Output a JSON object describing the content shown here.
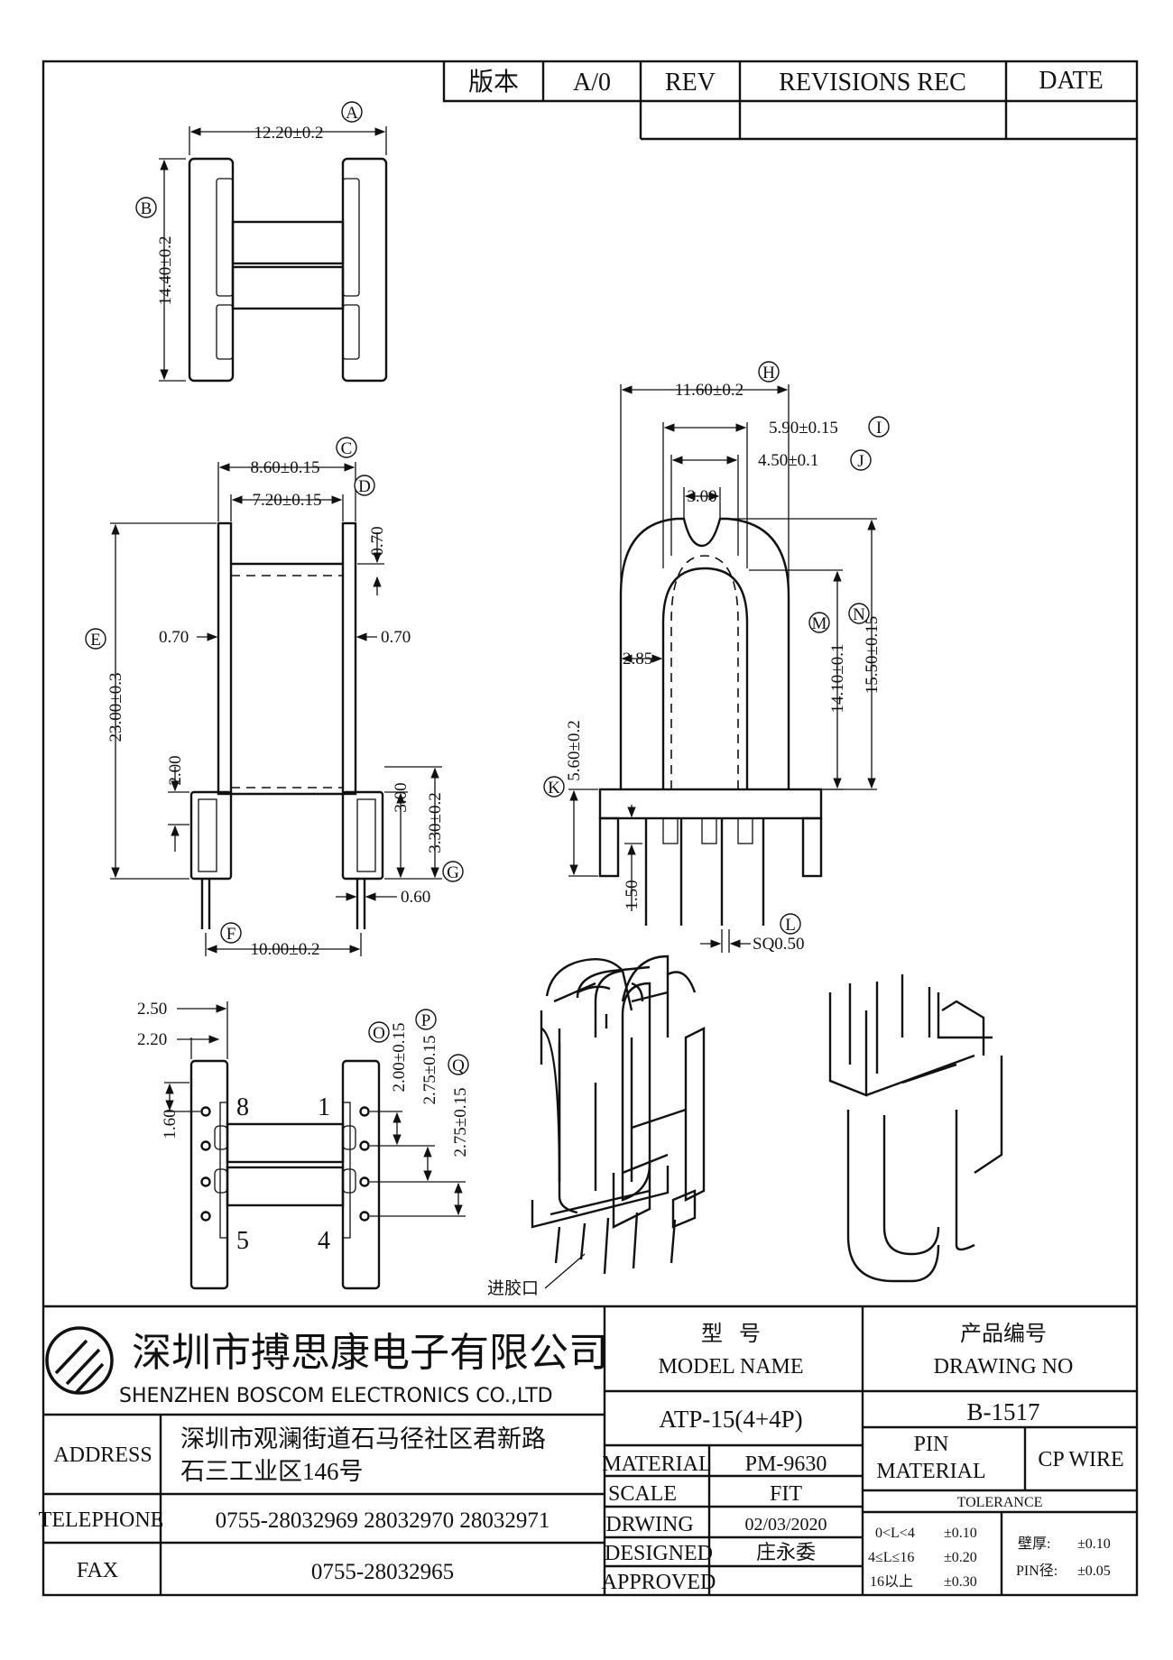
{
  "revision_table": {
    "version_label": "版本",
    "version_value": "A/0",
    "rev_label": "REV",
    "revisions_label": "REVISIONS REC",
    "date_label": "DATE"
  },
  "dimensions": {
    "A": "12.20±0.2",
    "B": "14.40±0.2",
    "C": "8.60±0.15",
    "D": "7.20±0.15",
    "D_top": "0.70",
    "E": "23.00±0.3",
    "side_left": "0.70",
    "side_right": "0.70",
    "base_2": "2.00",
    "base_3": "3.00",
    "G": "3.30±0.2",
    "pin_060": "0.60",
    "F": "10.00±0.2",
    "H": "11.60±0.2",
    "I": "5.90±0.15",
    "J": "4.50±0.1",
    "slot": "3.00",
    "wall": "2.85",
    "M": "14.10±0.1",
    "N": "15.50±0.15",
    "K": "5.60±0.2",
    "pin_150": "1.50",
    "L": "SQ0.50",
    "bot_250": "2.50",
    "bot_220": "2.20",
    "bot_160": "1.60",
    "O": "2.00±0.15",
    "P": "2.75±0.15",
    "Q": "2.75±0.15"
  },
  "markers": [
    "A",
    "B",
    "C",
    "D",
    "E",
    "F",
    "G",
    "H",
    "I",
    "J",
    "K",
    "L",
    "M",
    "N",
    "O",
    "P",
    "Q"
  ],
  "pin_labels": {
    "p8": "8",
    "p1": "1",
    "p5": "5",
    "p4": "4"
  },
  "gate_label": "进胶口",
  "title_block": {
    "company_cn": "深圳市搏思康电子有限公司",
    "company_en": "SHENZHEN BOSCOM ELECTRONICS CO.,LTD",
    "address_label": "ADDRESS",
    "address_line1": "深圳市观澜街道石马径社区君新路",
    "address_line2": "石三工业区146号",
    "telephone_label": "TELEPHONE",
    "telephone_value": "0755-28032969 28032970 28032971",
    "fax_label": "FAX",
    "fax_value": "0755-28032965",
    "model_cn": "型   号",
    "model_en": "MODEL NAME",
    "model_value": "ATP-15(4+4P)",
    "drawing_cn": "产品编号",
    "drawing_en": "DRAWING NO",
    "drawing_value": "B-1517",
    "material_label": "MATERIAL",
    "material_value": "PM-9630",
    "scale_label": "SCALE",
    "scale_value": "FIT",
    "drwing_label": "DRWING",
    "drwing_value": "02/03/2020",
    "designed_label": "DESIGNED",
    "designed_value": "庄永委",
    "approved_label": "APPROVED",
    "pin_material_l1": "PIN",
    "pin_material_l2": "MATERIAL",
    "pin_material_value": "CP WIRE",
    "tolerance_label": "TOLERANCE",
    "tol_r1": "0<L<4",
    "tol_r1v": "±0.10",
    "tol_r2": "4≤L≤16",
    "tol_r2v": "±0.20",
    "tol_r3": "16以上",
    "tol_r3v": "±0.30",
    "wall_label": "壁厚:",
    "wall_value": "±0.10",
    "pin_dia_label": "PIN径:",
    "pin_dia_value": "±0.05"
  }
}
